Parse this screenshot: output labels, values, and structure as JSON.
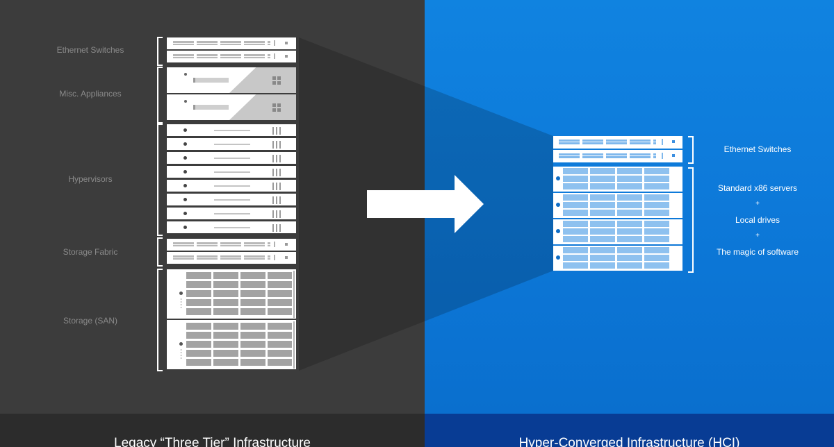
{
  "legacy": {
    "labels": {
      "ethernet_switches": "Ethernet Switches",
      "misc_appliances": "Misc. Appliances",
      "hypervisors": "Hypervisors",
      "storage_fabric": "Storage Fabric",
      "storage_san": "Storage (SAN)"
    },
    "footer_title": "Legacy “Three Tier” Infrastructure"
  },
  "hci": {
    "labels": {
      "ethernet_switches": "Ethernet Switches",
      "servers": "Standard x86 servers",
      "plus_1": "+",
      "drives": "Local drives",
      "plus_2": "+",
      "software": "The magic of software"
    },
    "footer_title": "Hyper-Converged Infrastructure (HCI)"
  },
  "colors": {
    "legacy_bg": "#3c3c3c",
    "hci_bg": "#0d79d9",
    "legacy_footer": "#2c2c2c",
    "hci_footer": "#083c94"
  },
  "icons": {
    "transition_arrow": "arrow-right-icon"
  }
}
